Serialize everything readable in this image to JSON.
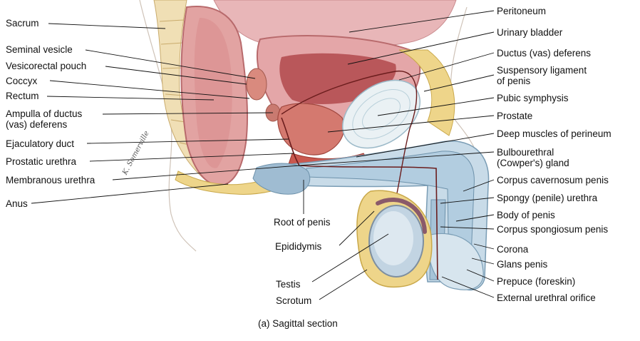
{
  "labels_left": [
    {
      "id": "sacrum",
      "text": "Sacrum"
    },
    {
      "id": "seminal-vesicle",
      "text": "Seminal vesicle"
    },
    {
      "id": "vesicorectal-pouch",
      "text": "Vesicorectal pouch"
    },
    {
      "id": "coccyx",
      "text": "Coccyx"
    },
    {
      "id": "rectum",
      "text": "Rectum"
    },
    {
      "id": "ampulla",
      "text": "Ampulla of ductus\n(vas) deferens"
    },
    {
      "id": "ejaculatory-duct",
      "text": "Ejaculatory duct"
    },
    {
      "id": "prostatic-urethra",
      "text": "Prostatic urethra"
    },
    {
      "id": "membranous-urethra",
      "text": "Membranous urethra"
    },
    {
      "id": "anus",
      "text": "Anus"
    }
  ],
  "labels_right": [
    {
      "id": "peritoneum",
      "text": "Peritoneum"
    },
    {
      "id": "urinary-bladder",
      "text": "Urinary bladder"
    },
    {
      "id": "ductus-deferens",
      "text": "Ductus (vas) deferens"
    },
    {
      "id": "suspensory-ligament",
      "text": "Suspensory ligament\nof penis"
    },
    {
      "id": "pubic-symphysis",
      "text": "Pubic symphysis"
    },
    {
      "id": "prostate",
      "text": "Prostate"
    },
    {
      "id": "deep-muscles",
      "text": "Deep muscles of perineum"
    },
    {
      "id": "bulbourethral-gland",
      "text": "Bulbourethral\n(Cowper's) gland"
    },
    {
      "id": "corpus-cavernosum",
      "text": "Corpus cavernosum penis"
    },
    {
      "id": "spongy-urethra",
      "text": "Spongy (penile) urethra"
    },
    {
      "id": "body-of-penis",
      "text": "Body of penis"
    },
    {
      "id": "corpus-spongiosum",
      "text": "Corpus spongiosum penis"
    },
    {
      "id": "corona",
      "text": "Corona"
    },
    {
      "id": "glans-penis",
      "text": "Glans penis"
    },
    {
      "id": "prepuce",
      "text": "Prepuce (foreskin)"
    },
    {
      "id": "external-urethral-orifice",
      "text": "External urethral orifice"
    }
  ],
  "labels_bottom": [
    {
      "id": "root-of-penis",
      "text": "Root of penis"
    },
    {
      "id": "epididymis",
      "text": "Epididymis"
    },
    {
      "id": "testis",
      "text": "Testis"
    },
    {
      "id": "scrotum",
      "text": "Scrotum"
    }
  ],
  "caption": "(a) Sagittal section",
  "signature": "K. Somerville"
}
